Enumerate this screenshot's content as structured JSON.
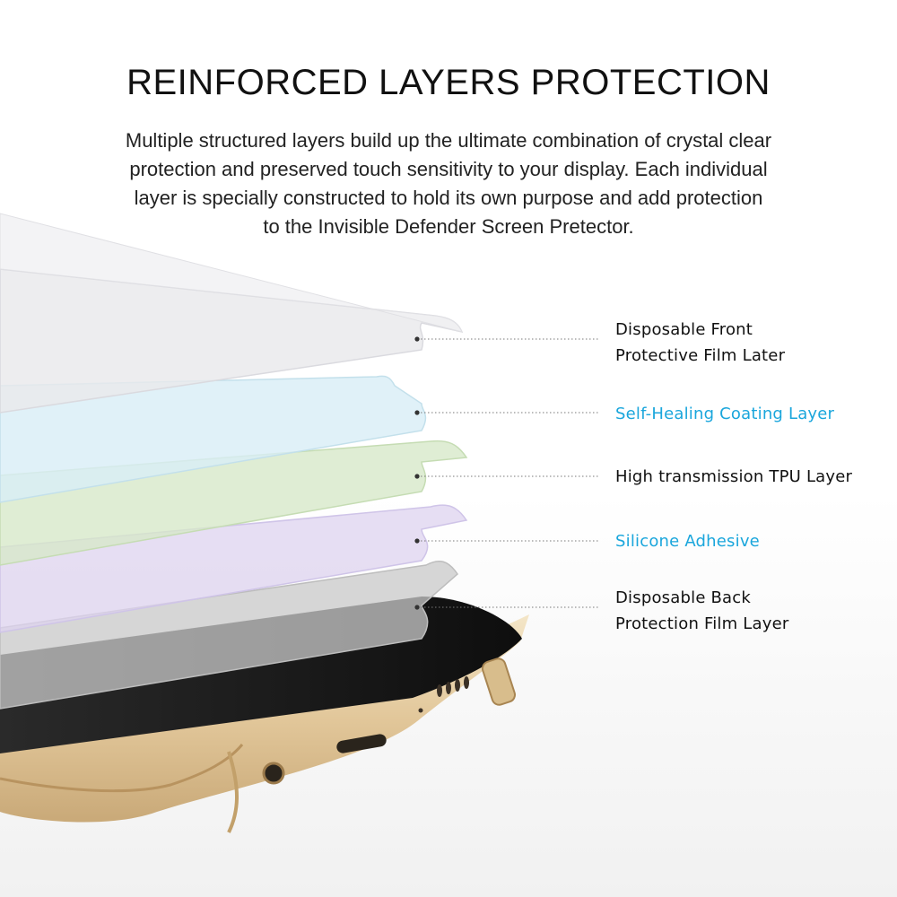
{
  "heading": "REINFORCED LAYERS PROTECTION",
  "description_lines": [
    "Multiple structured layers build up the ultimate combination of crystal clear",
    "protection and preserved touch sensitivity to your display. Each individual",
    "layer is specially constructed to hold its own purpose and add protection",
    "to the Invisible Defender Screen Pretector."
  ],
  "layers": [
    {
      "lines": [
        "Disposable Front",
        "Protective Film Later"
      ],
      "color": "#111111"
    },
    {
      "lines": [
        "Self-Healing Coating Layer"
      ],
      "color": "#1aa6dc"
    },
    {
      "lines": [
        "High transmission TPU Layer"
      ],
      "color": "#111111"
    },
    {
      "lines": [
        "Silicone Adhesive"
      ],
      "color": "#1aa6dc"
    },
    {
      "lines": [
        "Disposable Back",
        "Protection Film Layer"
      ],
      "color": "#111111"
    }
  ],
  "colors": {
    "accent": "#1aa6dc",
    "text": "#111111",
    "film_clear": "#e9e9ec",
    "film_blue": "#d8eef6",
    "film_green": "#d6e8c8",
    "film_purple": "#ddd3ef",
    "film_gray": "#c9c9c9",
    "phone_gold": "#e6cfa3",
    "screen_black": "#1a1a1a"
  }
}
